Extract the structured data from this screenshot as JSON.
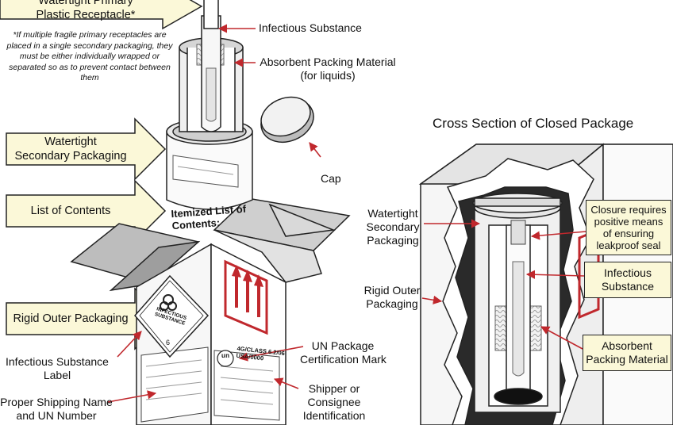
{
  "left_arrows": {
    "primary": [
      "Watertight Primary",
      "Plastic Receptacle*"
    ],
    "secondary": [
      "Watertight",
      "Secondary Packaging"
    ],
    "contents": "List of Contents",
    "outer": "Rigid Outer Packaging"
  },
  "footnote": "*If multiple fragile primary receptacles are placed in a single secondary packaging, they must be either individually wrapped or separated so as to prevent contact between them",
  "callouts": {
    "infectious": "Infectious Substance",
    "absorbent": [
      "Absorbent Packing Material",
      "(for liquids)"
    ],
    "cap": "Cap",
    "infectious_label": [
      "Infectious Substance",
      "Label"
    ],
    "un_mark": [
      "UN Package",
      "Certification Mark"
    ],
    "proper_name": [
      "Proper Shipping Name",
      "and UN Number"
    ],
    "shipper": [
      "Shipper or",
      "Consignee",
      "Identification"
    ]
  },
  "package_text": {
    "itemized": [
      "Itemized List of",
      "Contents:"
    ],
    "diamond": "INFECTIOUS SUBSTANCE",
    "diamond_class": "6",
    "un_code": [
      "4G/CLASS 6.2/06",
      "USA/0000"
    ],
    "un_symbol": "u n"
  },
  "cross_section": {
    "title": "Cross Section of Closed Package",
    "secondary": [
      "Watertight",
      "Secondary",
      "Packaging"
    ],
    "outer": [
      "Rigid Outer",
      "Packaging"
    ],
    "closure": [
      "Closure requires",
      "positive means",
      "of ensuring",
      "leakproof seal"
    ],
    "infectious": [
      "Infectious",
      "Substance"
    ],
    "absorbent": [
      "Absorbent",
      "Packing Material"
    ]
  },
  "colors": {
    "arrow_fill": "#fbf8d8",
    "pointer_red": "#c0282d",
    "outline": "#222222"
  }
}
